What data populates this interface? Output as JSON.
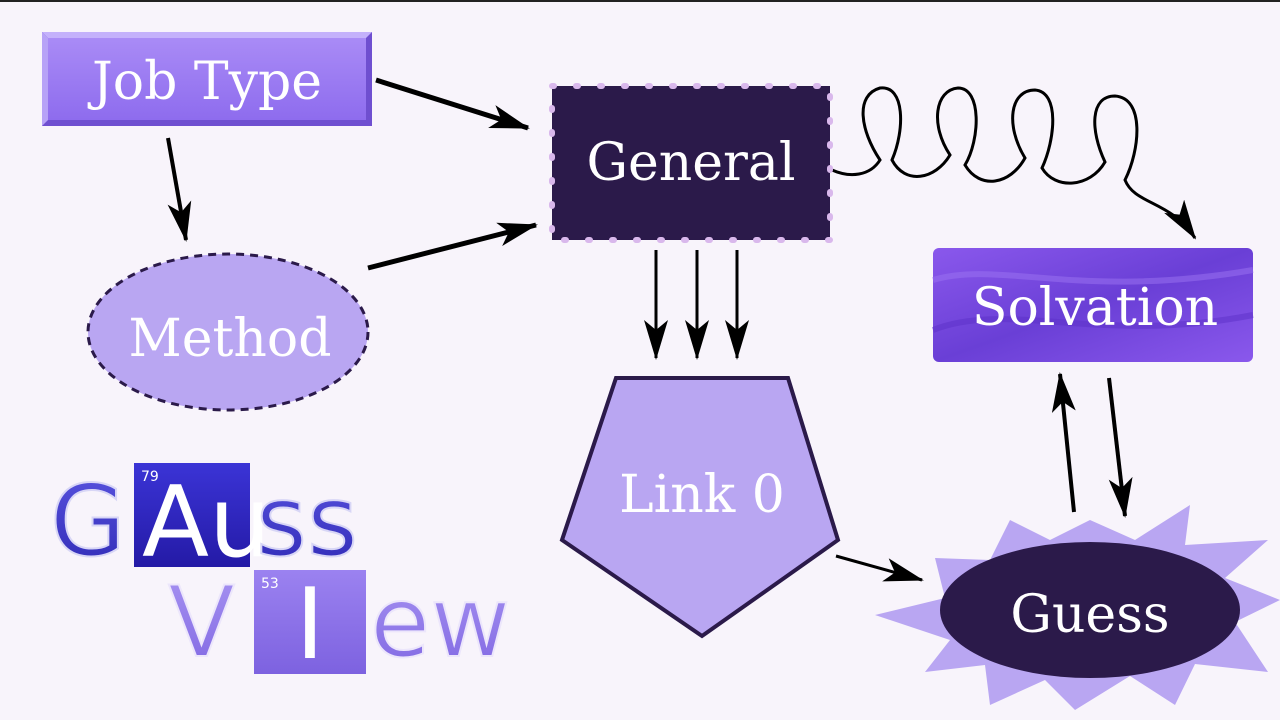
{
  "nodes": {
    "job_type": "Job Type",
    "general": "General",
    "method": "Method",
    "solvation": "Solvation",
    "link0": "Link 0",
    "guess": "Guess"
  },
  "logo": {
    "row1": {
      "g": "G",
      "au": "Au",
      "au_number": "79",
      "ss": "ss"
    },
    "row2": {
      "v": "V",
      "i": "I",
      "i_number": "53",
      "ew": "ew"
    }
  },
  "colors": {
    "light_purple": "#9a7bf0",
    "pale_purple": "#b9a6f2",
    "dark_purple": "#2b1a4a",
    "medium_purple": "#7a4ee0",
    "logo_blue": "#3a36c8",
    "logo_violet": "#8a72e6"
  }
}
